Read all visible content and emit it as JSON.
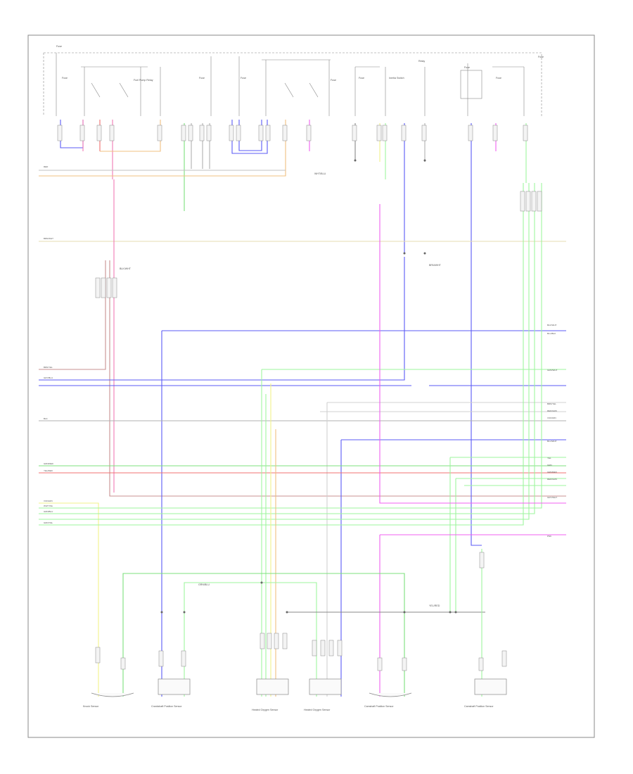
{
  "diagram": {
    "title": "",
    "footer_code": "",
    "colors": {
      "frame": "#888888",
      "blue": "#5b5bf5",
      "green": "#9ef59e",
      "green_dark": "#7ce07c",
      "pink": "#f07ab4",
      "magenta": "#f060f0",
      "yellow": "#f2f28a",
      "orange": "#f0c080",
      "red": "#f07070",
      "tan": "#e6dcb0",
      "gray": "#b0b0b0",
      "lavender": "#c0b0e0"
    },
    "components": [
      "Fuse",
      "Fuse",
      "Fuel Pump Relay",
      "Fuse",
      "Fuse",
      "Fuse",
      "Fuse",
      "Relay",
      "Fuse",
      "Fuse",
      "Inertia Switch",
      "Fuse"
    ],
    "sensors": [
      "Knock Sensor",
      "Crankshaft Position Sensor",
      "Heated Oxygen Sensor",
      "Heated Oxygen Sensor",
      "Camshaft Position Sensor",
      "Camshaft Position Sensor"
    ],
    "harness_labels": [
      "BLK/WHT",
      "BRN/WHT",
      "GRN/BLU",
      "YEL/RED",
      "WHT/BLU"
    ],
    "right_labels": [
      "BLK/WHT",
      "BLU/BLK",
      "GRN/WHT",
      "BRN/YEL",
      "RED/GRN",
      "VIO/ORN",
      "BLU/WHT",
      "YEL",
      "GRN",
      "GRN/RED",
      "RED/GRN",
      "GRY/WHT",
      "PNK"
    ],
    "left_labels": [
      "RED",
      "BRN/WHT",
      "BRN/YEL",
      "GRY/BLU",
      "BLK",
      "GRN/RED",
      "YEL/RED",
      "VIO/GRN",
      "WHT/YEL",
      "GRN/BLU",
      "GRN/YEL"
    ]
  }
}
